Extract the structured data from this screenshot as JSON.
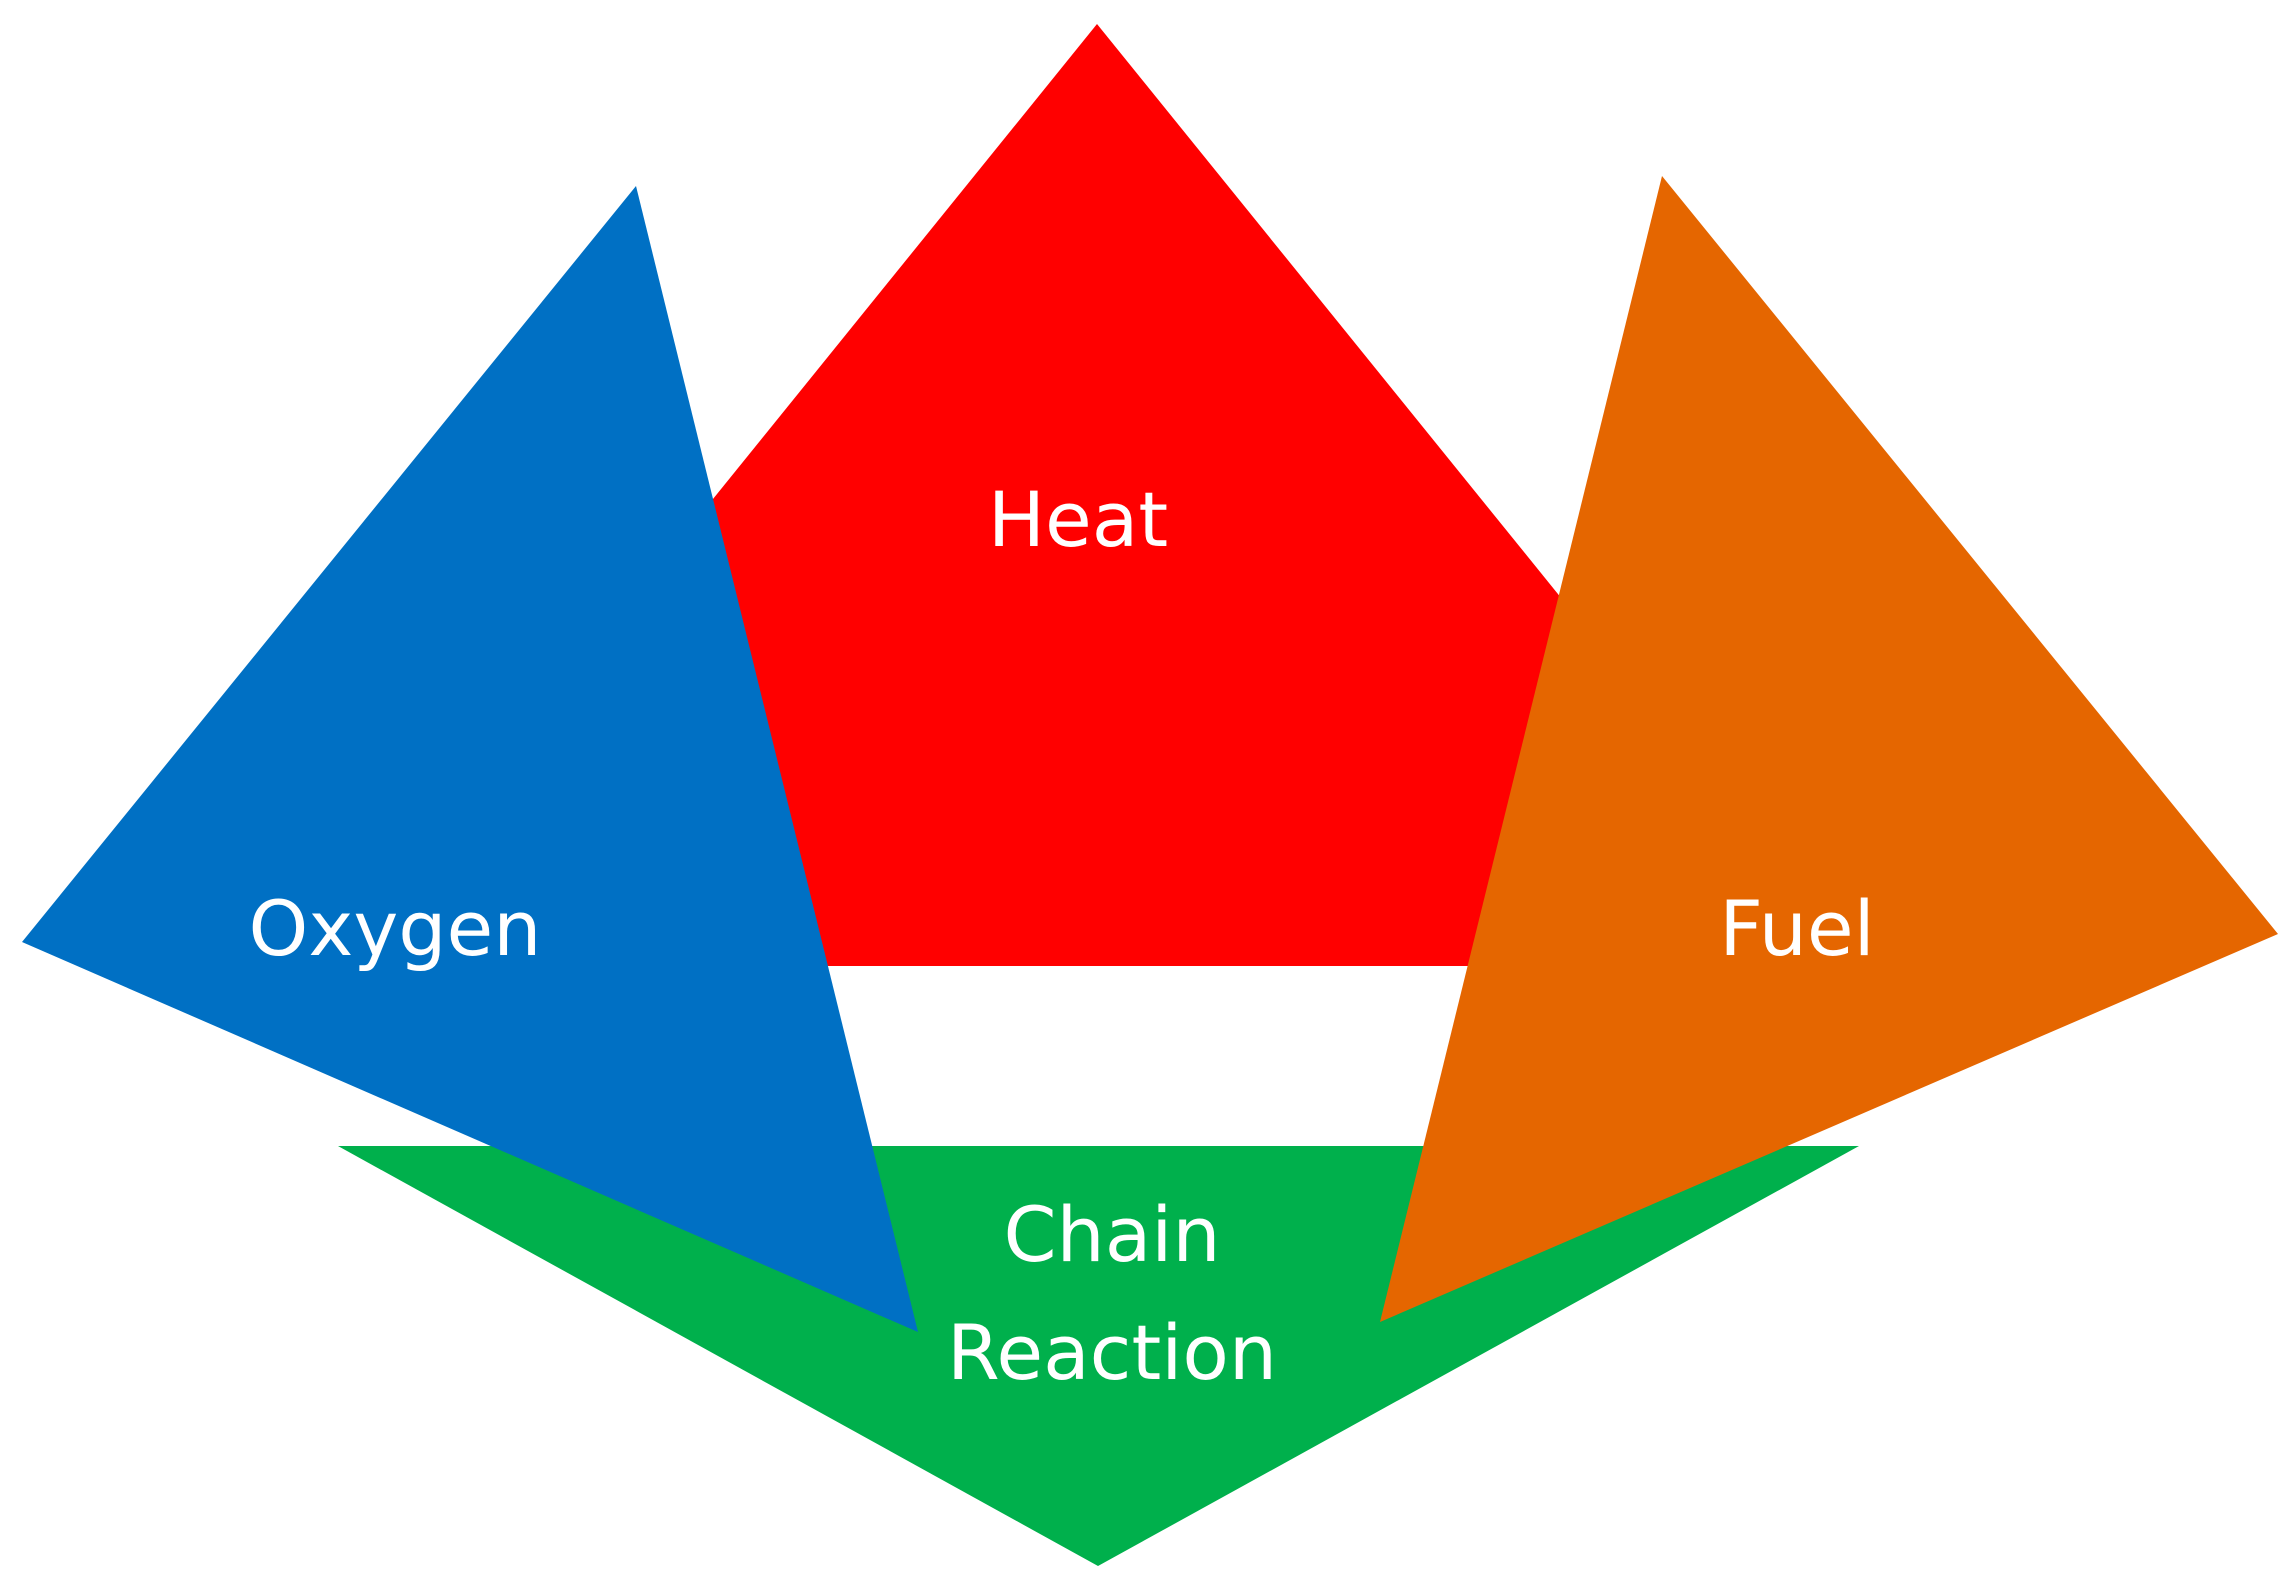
{
  "diagram": {
    "elements": {
      "heat": {
        "label": "Heat",
        "color": "#ff0000"
      },
      "oxygen": {
        "label": "Oxygen",
        "color": "#0070c4"
      },
      "fuel": {
        "label": "Fuel",
        "color": "#e56600"
      },
      "chain_reaction": {
        "line1": "Chain",
        "line2": "Reaction",
        "color": "#00b04c"
      }
    }
  }
}
